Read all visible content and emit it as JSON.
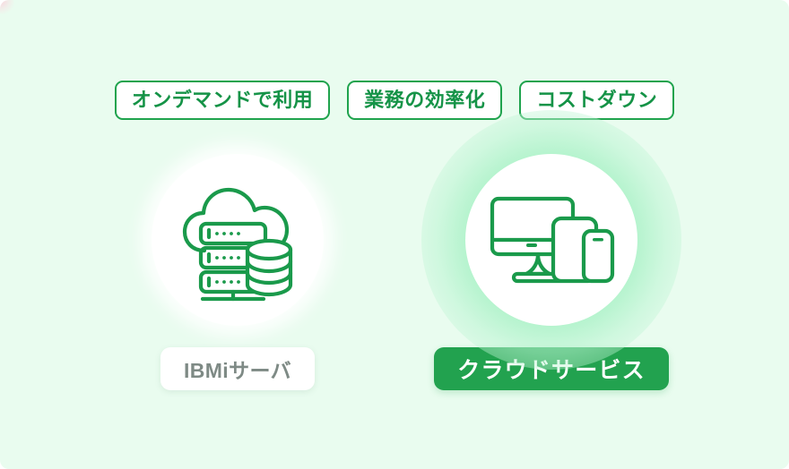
{
  "theme": {
    "background": "#e9fcef",
    "accent_green": "#22a24f",
    "icon_green": "#1a9a4b",
    "tag_border": "#1fa34d",
    "tag_text": "#159347",
    "light_label_text": "#7e8a85",
    "halo_green": "#96eeba"
  },
  "tags": [
    {
      "label": "オンデマンドで利用"
    },
    {
      "label": "業務の効率化"
    },
    {
      "label": "コストダウン"
    }
  ],
  "columns": [
    {
      "id": "ibmi-server",
      "icon_name": "cloud-server-database-icon",
      "label": "IBMiサーバ",
      "highlighted": false
    },
    {
      "id": "cloud-service",
      "icon_name": "multi-device-icon",
      "label": "クラウドサービス",
      "highlighted": true
    }
  ]
}
